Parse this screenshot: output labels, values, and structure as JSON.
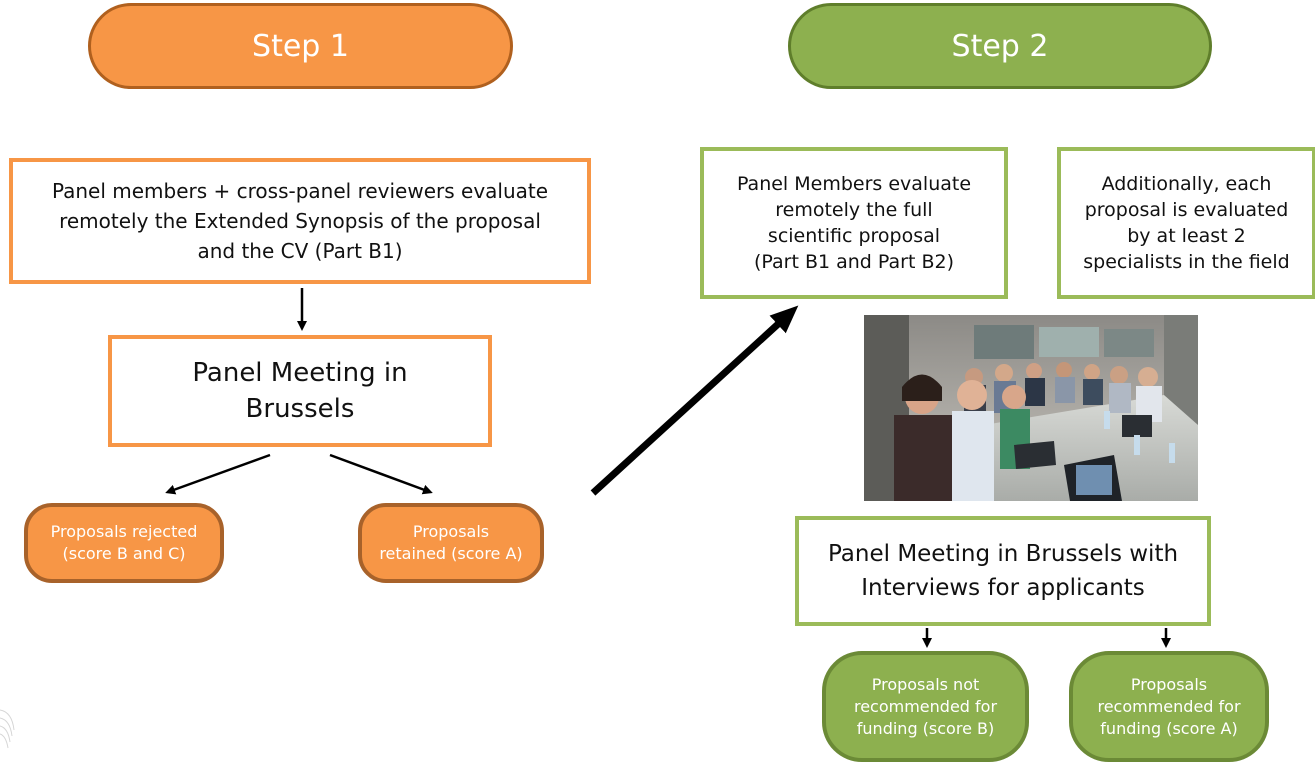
{
  "step1": {
    "label": "Step 1"
  },
  "step2": {
    "label": "Step 2"
  },
  "step1_box": {
    "text": "Panel members + cross-panel reviewers evaluate\nremotely the Extended Synopsis of the proposal\nand the CV (Part B1)"
  },
  "step1_meeting": {
    "text": "Panel Meeting in\nBrussels"
  },
  "step1_rejected": {
    "text": "Proposals rejected\n(score B and C)"
  },
  "step1_retained": {
    "text": "Proposals\nretained (score A)"
  },
  "step2_panel": {
    "text": "Panel Members evaluate\nremotely the full\nscientific proposal\n(Part B1 and Part B2)"
  },
  "step2_specialists": {
    "text": "Additionally, each\nproposal is evaluated\nby at least 2\nspecialists in the field"
  },
  "step2_meeting": {
    "text": "Panel Meeting in Brussels with\nInterviews for applicants"
  },
  "step2_not_recommended": {
    "text": "Proposals not\nrecommended for\nfunding (score B)"
  },
  "step2_recommended": {
    "text": "Proposals\nrecommended for\nfunding (score A)"
  },
  "colors": {
    "orange": "#f79646",
    "green": "#9bbb59"
  }
}
